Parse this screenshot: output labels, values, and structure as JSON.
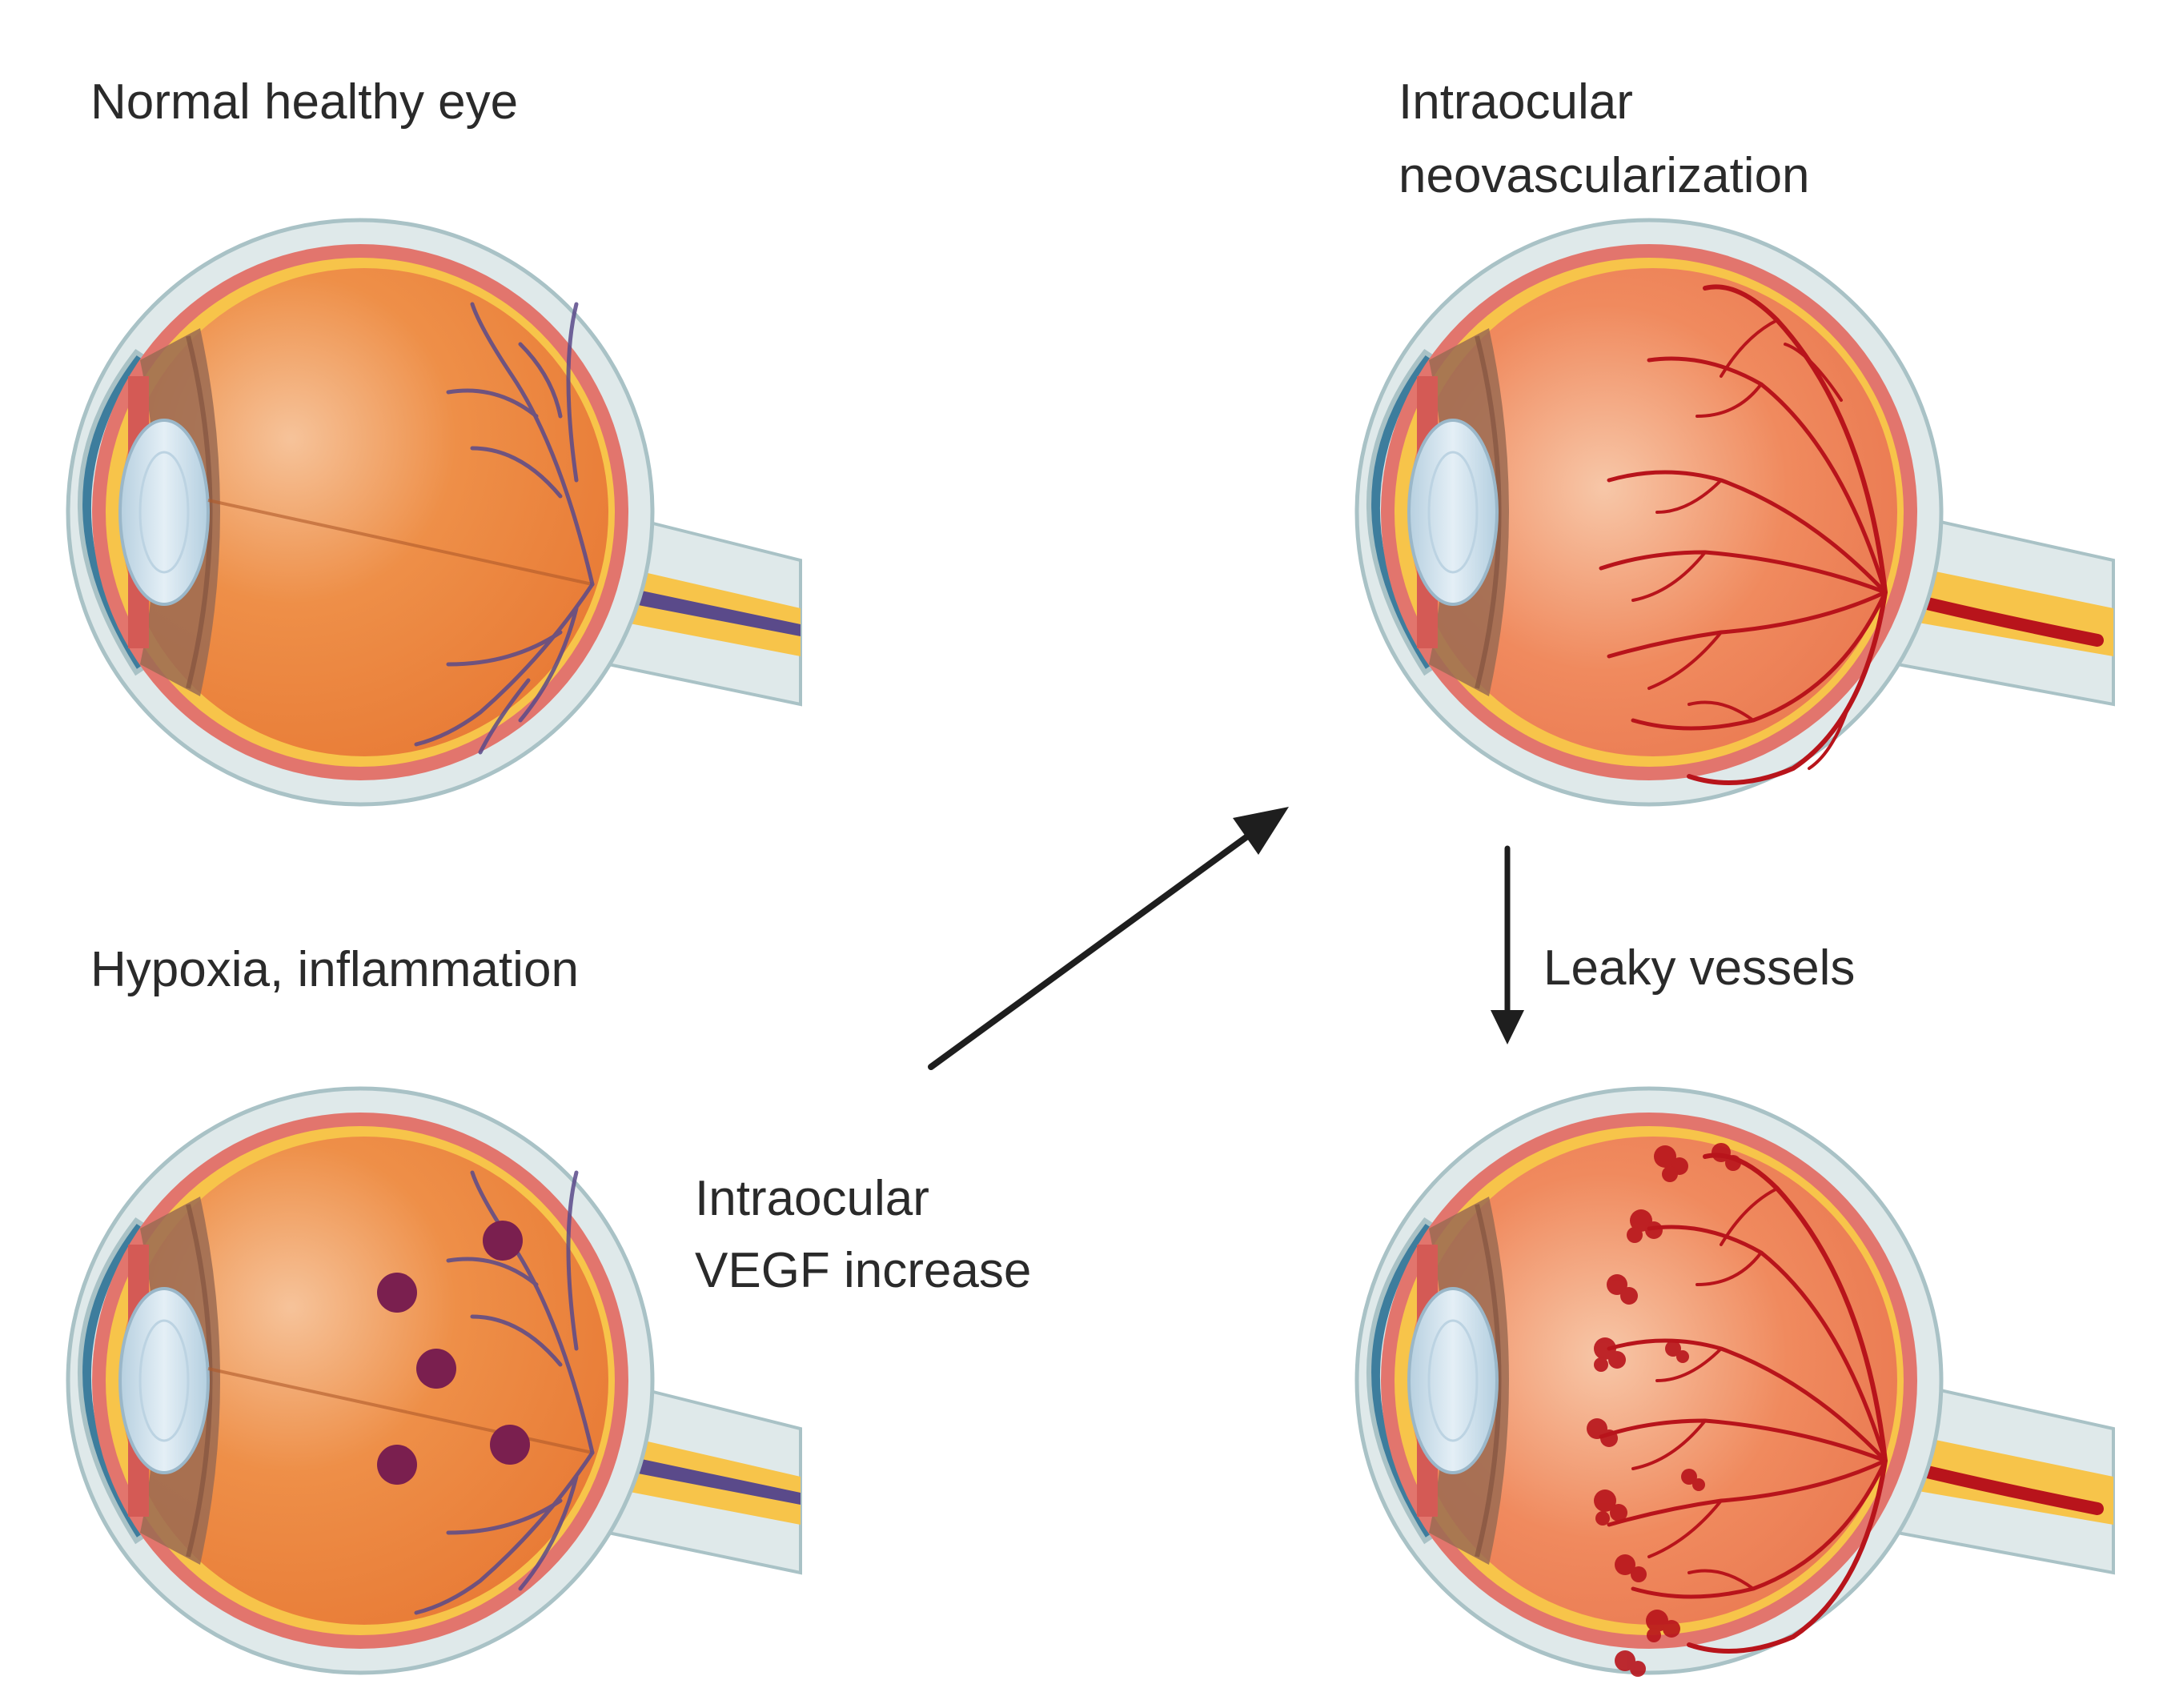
{
  "labels": {
    "normal_eye": "Normal healthy eye",
    "neovascularization_line1": "Intraocular",
    "neovascularization_line2": "neovascularization",
    "hypoxia": "Hypoxia, inflammation",
    "vegf_line1": "Intraocular",
    "vegf_line2": "VEGF increase",
    "leaky": "Leaky vessels"
  },
  "colors": {
    "sclera": "#dfe9ea",
    "sclera_edge": "#a9c2c6",
    "choroid": "#e2756d",
    "retina_yellow": "#f7c44a",
    "vitreous": "#ec8a3e",
    "vitreous_light": "#f4b98a",
    "iris": "#9b6b52",
    "lens": "#cfe2ee",
    "cornea": "#3d7d9d",
    "normal_vessel": "#5a4a8a",
    "red_vessel": "#b8141b",
    "vegf_dot": "#7a1f4f",
    "arrow": "#1e1e1e"
  }
}
